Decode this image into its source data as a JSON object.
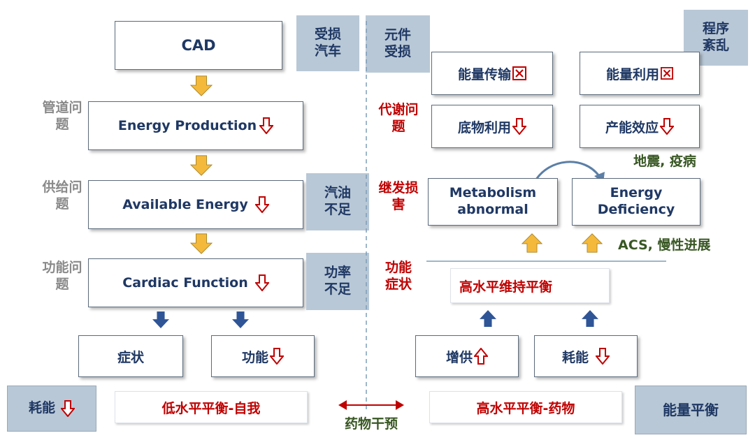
{
  "left": {
    "cad": "CAD",
    "energy_production": "Energy Production",
    "available_energy": "Available Energy",
    "cardiac_function": "Cardiac Function",
    "symptoms": "症状",
    "function_down": "功能",
    "pipe_problem": "管道问题",
    "supply_problem": "供给问题",
    "function_problem": "功能问题"
  },
  "analogy": {
    "damaged_car": "受损汽车",
    "insufficient_gas": "汽油不足",
    "insufficient_power": "功率不足",
    "damaged_parts": "元件受损",
    "program_disorder": "程序紊乱"
  },
  "right": {
    "energy_transport": "能量传输",
    "energy_utilization": "能量利用",
    "substrate_utilization": "底物利用",
    "energy_efficiency": "产能效应",
    "metabolic_problem": "代谢问题",
    "secondary_damage": "继发损害",
    "function_symptoms": "功能症状",
    "metabolism_abnormal": "Metabolism abnormal",
    "energy_deficiency": "Energy Deficiency",
    "earthquake_epidemic": "地震, 疫病",
    "acs_chronic": "ACS, 慢性进展",
    "high_level_maintain": "高水平维持平衡",
    "increase_supply": "增供",
    "consume_energy": "耗能"
  },
  "bottom": {
    "consume_energy": "耗能",
    "low_balance_self": "低水平平衡-自我",
    "drug_intervention": "药物干预",
    "high_balance_drug": "高水平平衡-药物",
    "energy_balance": "能量平衡"
  },
  "colors": {
    "navy_text": "#1f3864",
    "red": "#c00000",
    "green": "#385723",
    "gray_box": "#b9c8d6",
    "yellow_arrow": "#f4b93b",
    "blue_arrow": "#2f5597"
  }
}
